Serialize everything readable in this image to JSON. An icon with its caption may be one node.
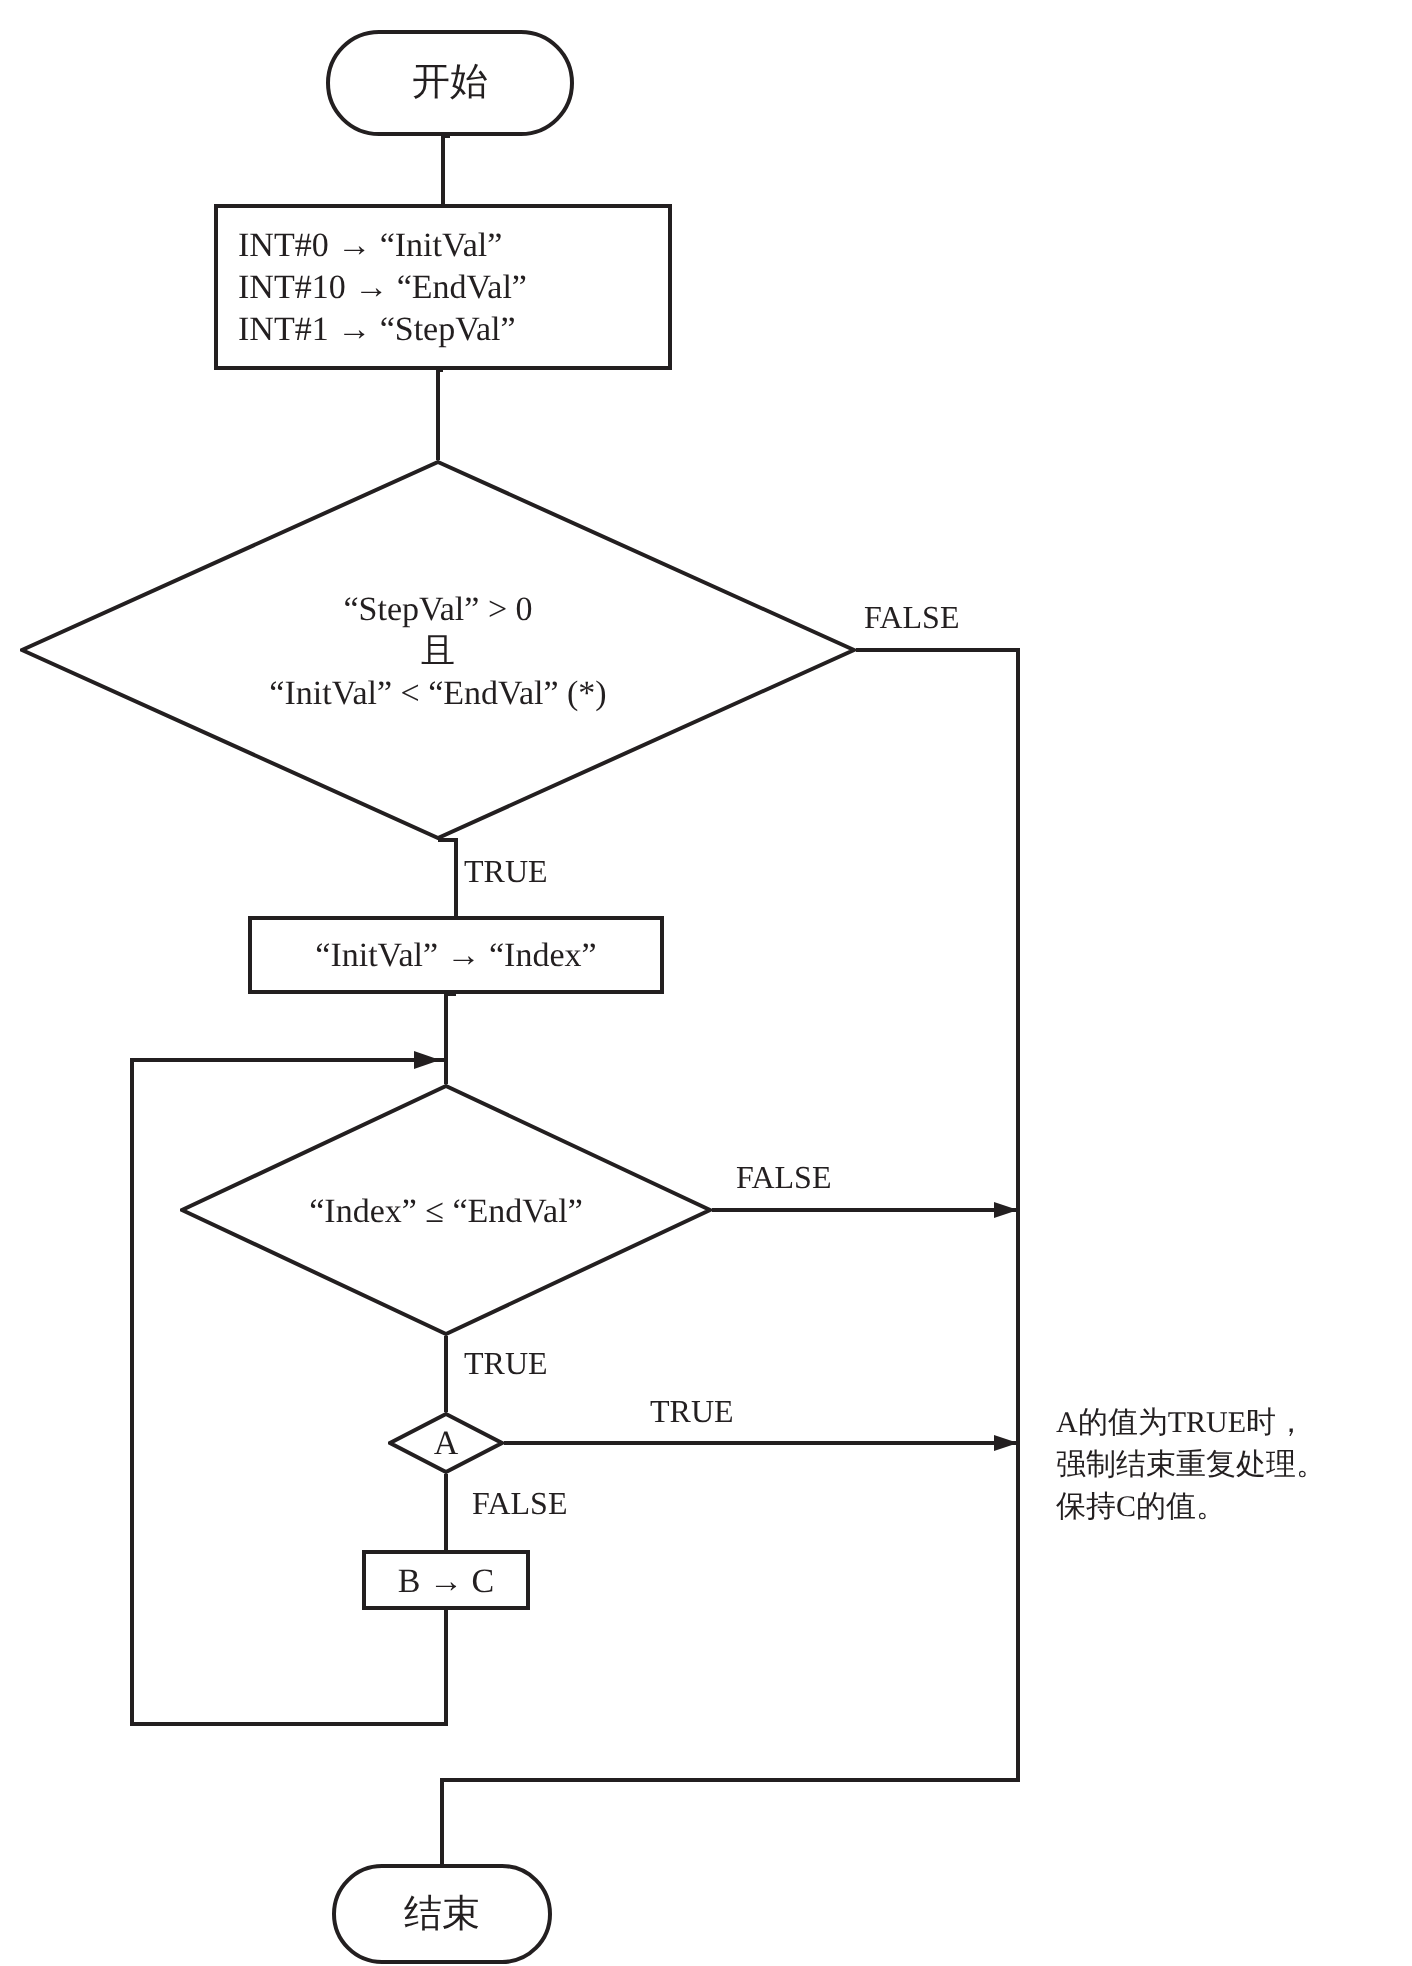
{
  "diagram": {
    "nodes": [
      {
        "text": [
          "开始"
        ]
      },
      {
        "text": [
          "INT#0 → “InitVal”",
          "INT#10 → “EndVal”",
          "INT#1 → “StepVal”"
        ]
      },
      {
        "text": [
          "“StepVal” > 0",
          "且",
          "“InitVal” < “EndVal” (*)"
        ]
      },
      {
        "text": [
          "“InitVal” → “Index”"
        ]
      },
      {
        "text": [
          "“Index” ≤ “EndVal”"
        ]
      },
      {
        "text": [
          "A"
        ]
      },
      {
        "text": [
          "B → C"
        ]
      },
      {
        "text": [
          "结束"
        ]
      }
    ],
    "edges": [
      {
        "from": 0,
        "to": 1,
        "arrow": "none"
      },
      {
        "from": 1,
        "to": 2,
        "arrow": "none"
      },
      {
        "from": 2,
        "to": 3,
        "arrow": "none",
        "label": "TRUE"
      },
      {
        "from": 2,
        "to": 7,
        "arrow": "none",
        "label": "FALSE"
      },
      {
        "from": 3,
        "to": 4,
        "arrow": "none"
      },
      {
        "from": 6,
        "to": 4,
        "arrow": "to"
      },
      {
        "from": 4,
        "to": null,
        "arrow": "to",
        "label": "FALSE"
      },
      {
        "from": 5,
        "to": null,
        "arrow": "to",
        "label": "TRUE"
      },
      {
        "from": 4,
        "to": 5,
        "arrow": "none",
        "label": "TRUE"
      },
      {
        "from": 5,
        "to": 6,
        "arrow": "none",
        "label": "FALSE"
      }
    ],
    "labels": [
      "A的值为TRUE时，强制结束重复处理。保持C的值。"
    ]
  }
}
